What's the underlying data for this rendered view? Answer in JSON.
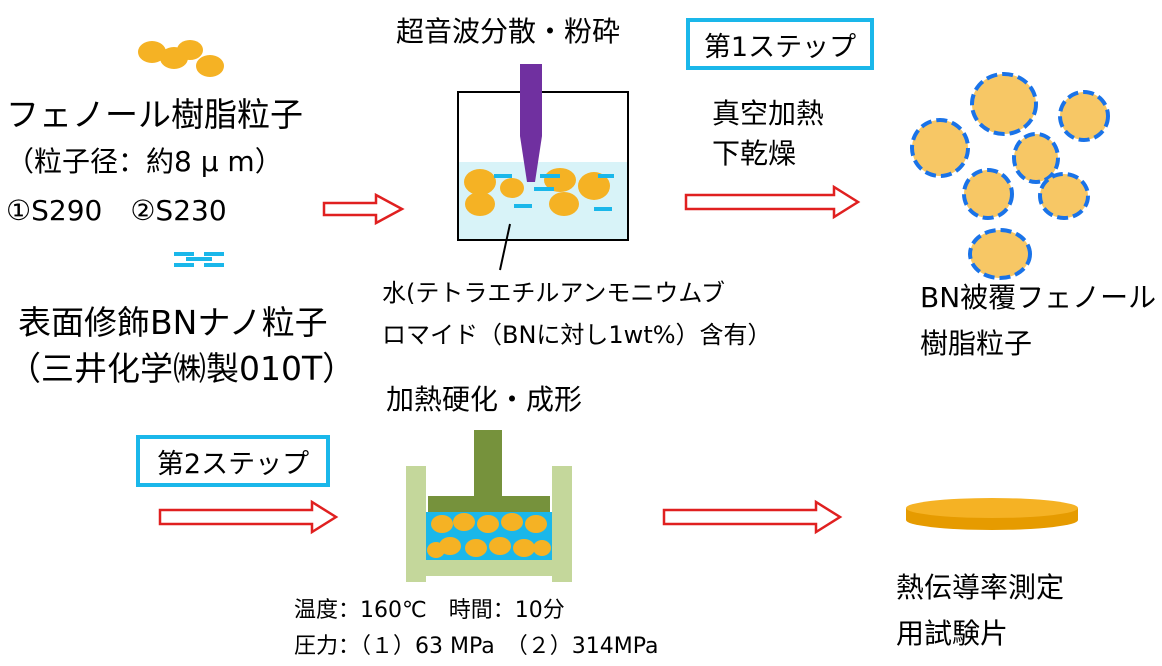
{
  "colors": {
    "particle": "#f5b224",
    "particle_light": "#f7c765",
    "bn": "#1ab7ea",
    "coating": "#1a73e8",
    "arrow": "#e02020",
    "probe": "#7030a0",
    "water": "#d8f3f8",
    "press": "#76923c",
    "mold": "#c4d79b",
    "step_border": "#1ab7ea",
    "specimen_side": "#e69b00"
  },
  "left": {
    "resin_line1": "フェノール樹脂粒子",
    "resin_line2": "（粒子径：約8 μ m）",
    "resin_line3": "①S290　②S230",
    "bn_line1": "表面修飾BNナノ粒子",
    "bn_line2": "（三井化学㈱製010T）"
  },
  "ultrasonic": {
    "label": "超音波分散・粉砕",
    "water_line1": "水(テトラエチルアンモニウムブ",
    "water_line2": "ロマイド（BNに対し1wt%）含有）"
  },
  "step1": {
    "label": "第1ステップ",
    "process_line1": "真空加熱",
    "process_line2": "下乾燥"
  },
  "coated": {
    "line1": "BN被覆フェノール",
    "line2": "樹脂粒子"
  },
  "step2": {
    "label": "第2ステップ"
  },
  "press": {
    "label": "加熱硬化・成形",
    "cond_line1": "温度：160℃　時間：10分",
    "cond_line2": "圧力：（１）63 MPa　（２）314MPa"
  },
  "specimen": {
    "line1": "熱伝導率測定",
    "line2": "用試験片"
  }
}
